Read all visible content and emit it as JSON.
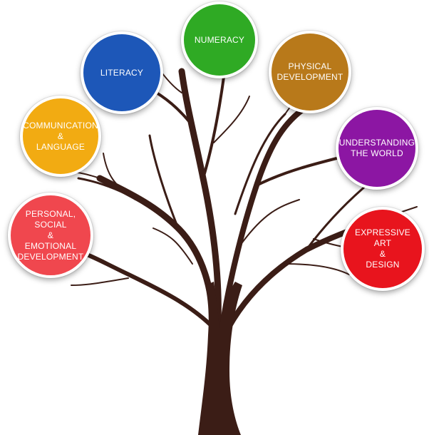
{
  "colors": {
    "trunk": "#3b1d16",
    "numeracy": "#2faa24",
    "literacy": "#1d57b8",
    "physical": "#b8791a",
    "communication": "#f2ab12",
    "understanding": "#8c16a3",
    "personal": "#f0474e",
    "expressive": "#e8141d"
  },
  "areas": [
    {
      "id": "numeracy",
      "label": "NUMERACY"
    },
    {
      "id": "literacy",
      "label": "LITERACY"
    },
    {
      "id": "physical",
      "label": "PHYSICAL\nDEVELOPMENT"
    },
    {
      "id": "communication",
      "label": "COMMUNICATION\n&\nLANGUAGE"
    },
    {
      "id": "understanding",
      "label": "UNDERSTANDING\nTHE WORLD"
    },
    {
      "id": "personal",
      "label": "PERSONAL,\nSOCIAL\n&\nEMOTIONAL\nDEVELOPMENT"
    },
    {
      "id": "expressive",
      "label": "EXPRESSIVE\nART\n&\nDESIGN"
    }
  ]
}
